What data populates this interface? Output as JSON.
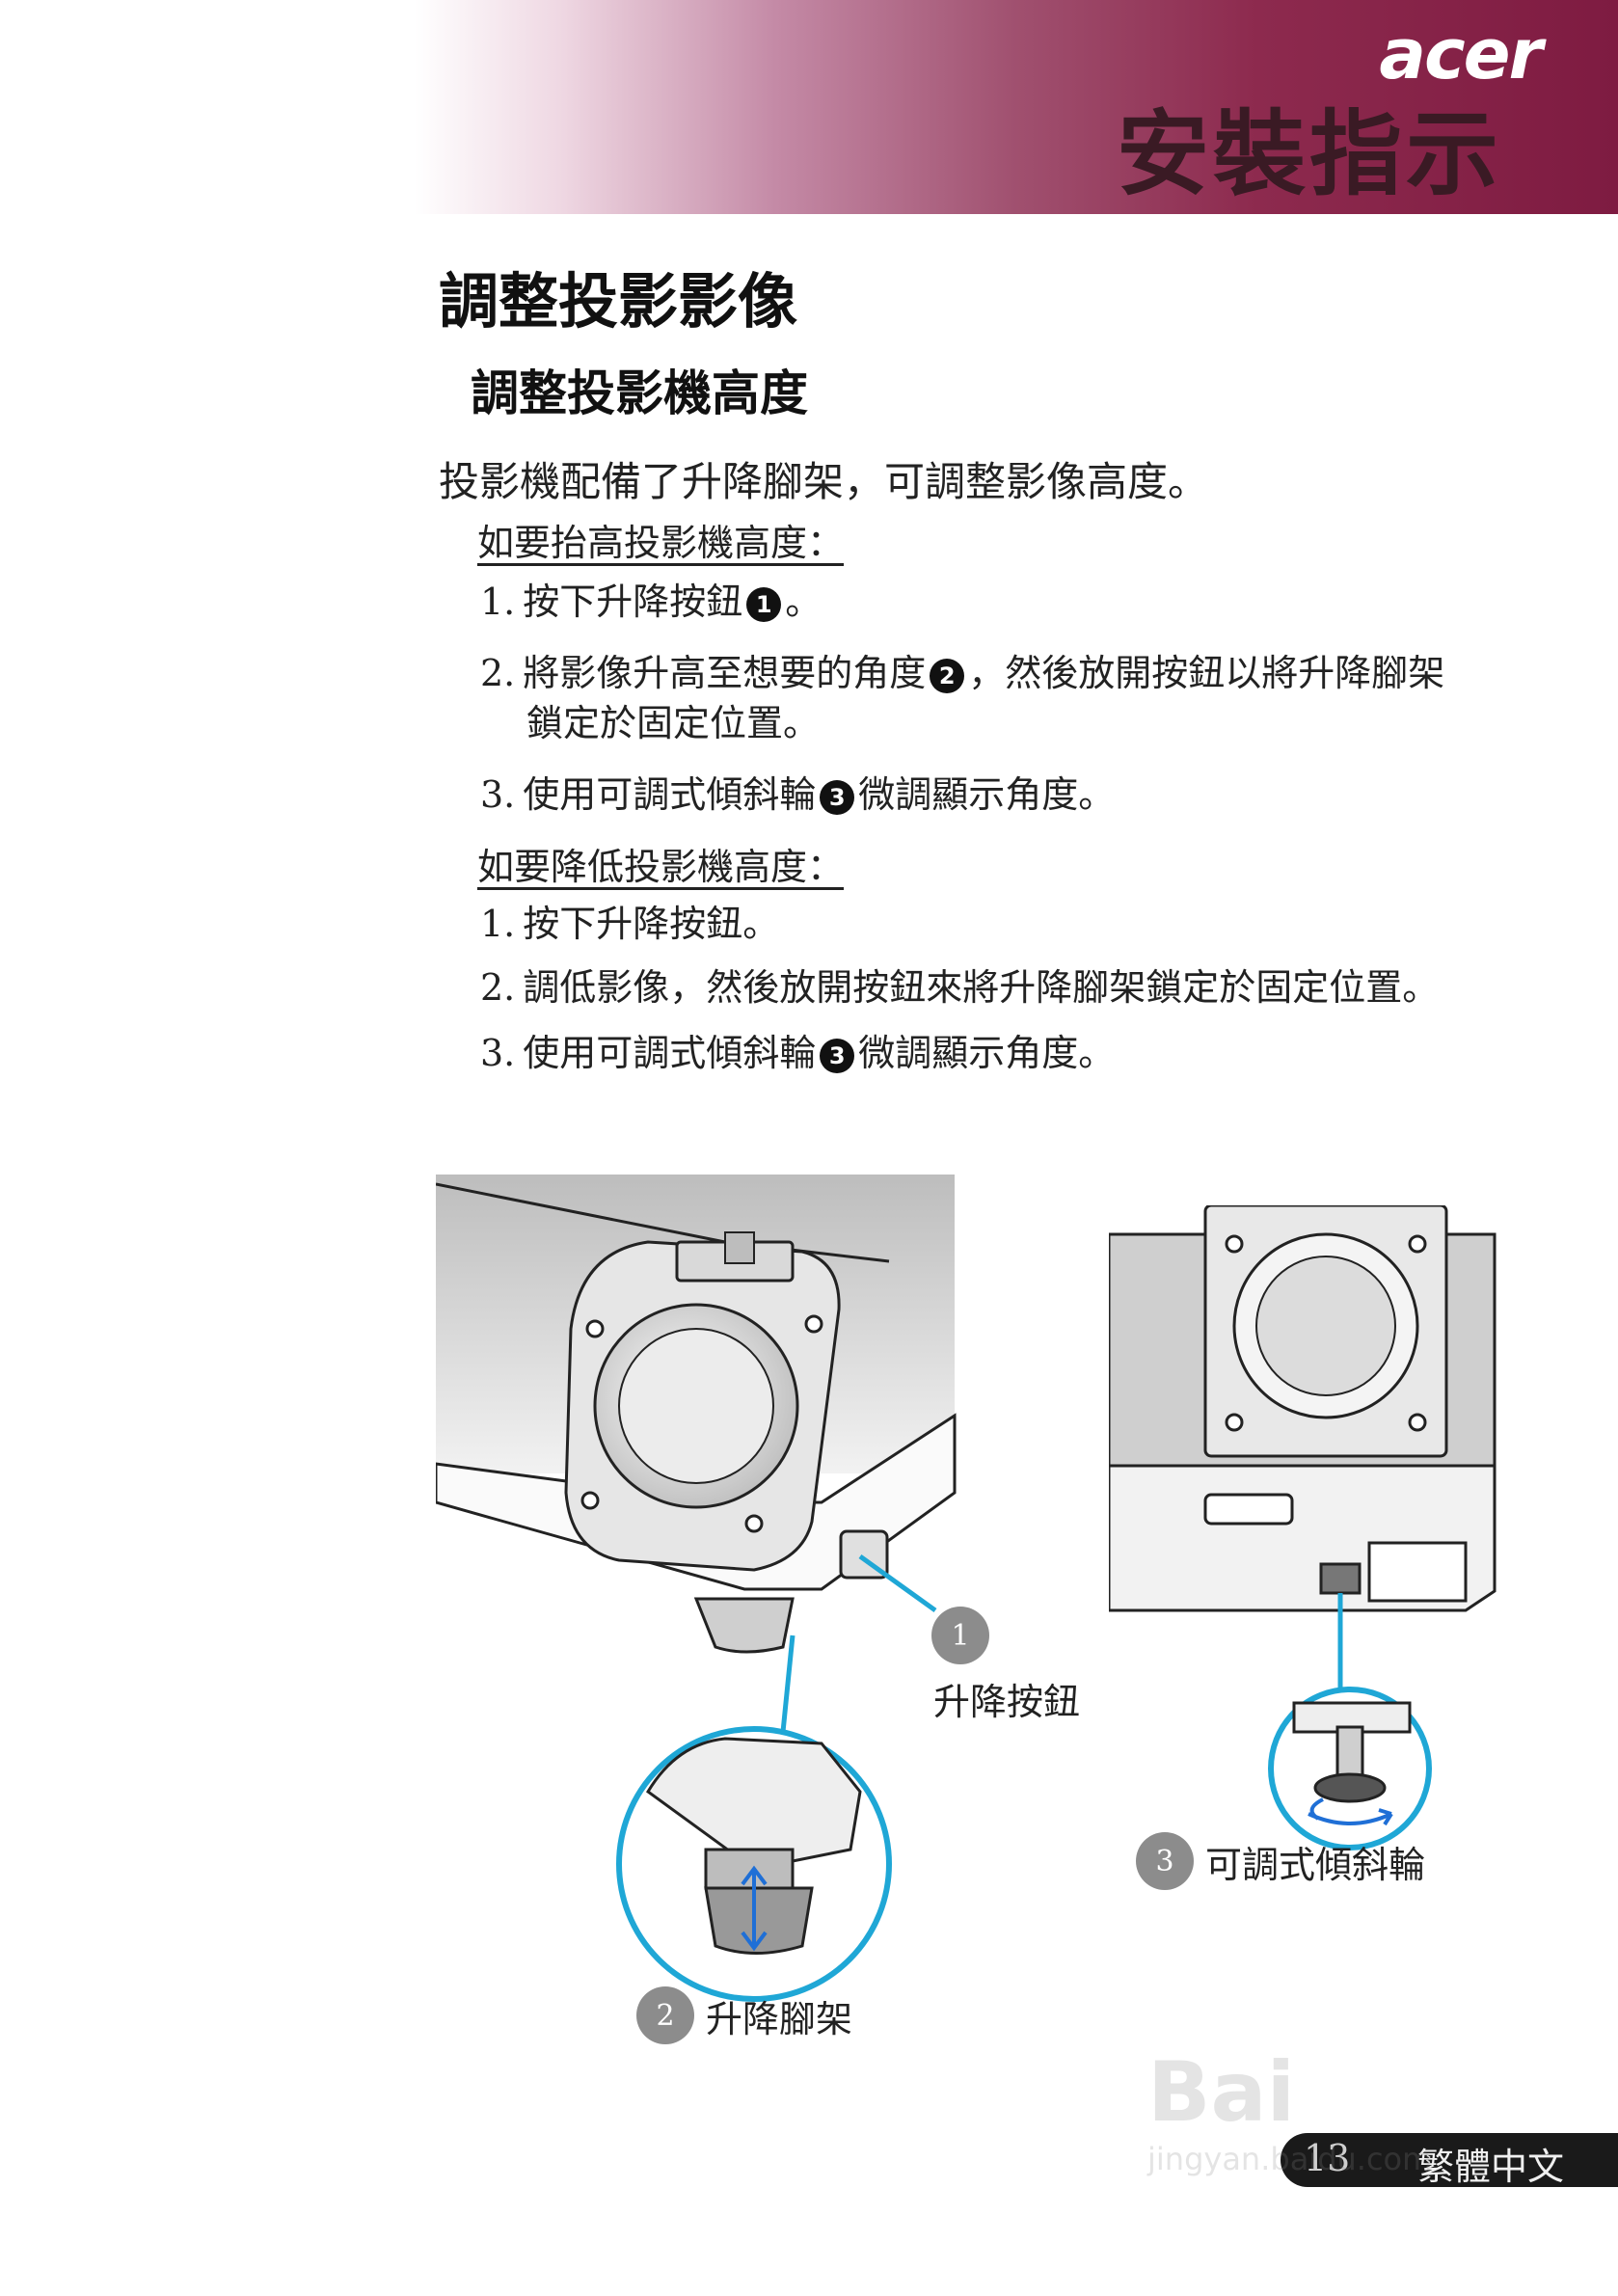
{
  "header": {
    "brand": "acer",
    "section_title": "安裝指示"
  },
  "main": {
    "title": "調整投影影像",
    "subtitle": "調整投影機高度",
    "intro": "投影機配備了升降腳架，可調整影像高度。",
    "raise": {
      "heading": "如要抬高投影機高度：",
      "steps": [
        {
          "num": "1.",
          "text_a": "按下升降按鈕",
          "badge": "1",
          "text_b": "。"
        },
        {
          "num": "2.",
          "text_a": "將影像升高至想要的角度",
          "badge": "2",
          "text_b": "，然後放開按鈕以將升降腳架",
          "text_c": "鎖定於固定位置。"
        },
        {
          "num": "3.",
          "text_a": "使用可調式傾斜輪",
          "badge": "3",
          "text_b": "微調顯示角度。"
        }
      ]
    },
    "lower": {
      "heading": "如要降低投影機高度：",
      "steps": [
        {
          "num": "1.",
          "text": "按下升降按鈕。"
        },
        {
          "num": "2.",
          "text": "調低影像，然後放開按鈕來將升降腳架鎖定於固定位置。"
        },
        {
          "num": "3.",
          "text_a": "使用可調式傾斜輪",
          "badge": "3",
          "text_b": "微調顯示角度。"
        }
      ]
    }
  },
  "figure": {
    "callouts": [
      {
        "num": "1",
        "label": "升降按鈕"
      },
      {
        "num": "2",
        "label": "升降腳架"
      },
      {
        "num": "3",
        "label": "可調式傾斜輪"
      }
    ],
    "accent_color": "#1fa7d6"
  },
  "footer": {
    "page_number": "13",
    "language": "繁體中文"
  },
  "watermark": {
    "main": "Bai",
    "site": "jingyan.baidu.com"
  }
}
